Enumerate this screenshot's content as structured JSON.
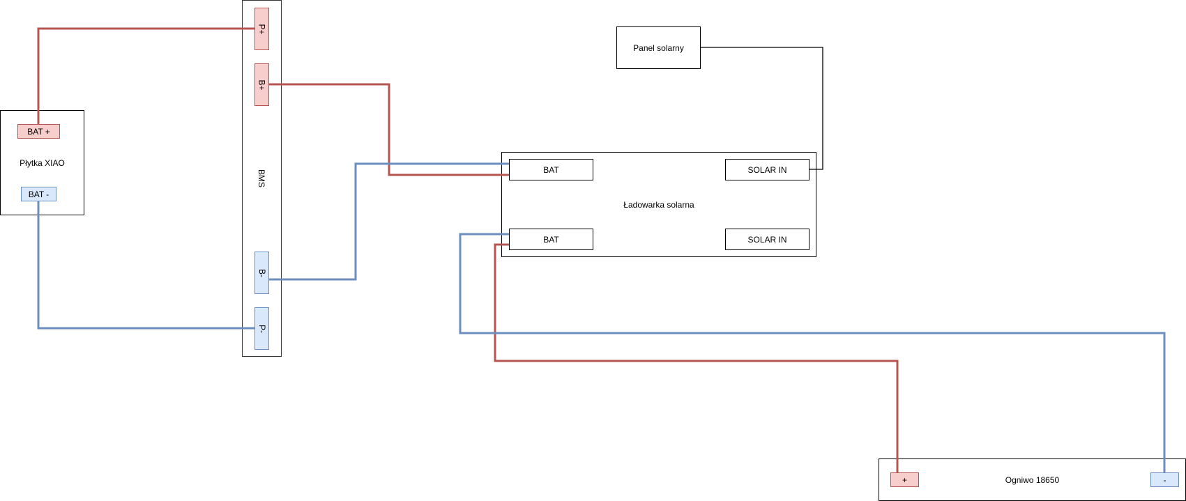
{
  "xiao": {
    "label": "Płytka XIAO",
    "bat_plus": "BAT +",
    "bat_minus": "BAT -"
  },
  "bms": {
    "label": "BMS",
    "p_plus": "P+",
    "b_plus": "B+",
    "b_minus": "B-",
    "p_minus": "P-"
  },
  "panel": {
    "label": "Panel solarny"
  },
  "charger": {
    "label": "Ładowarka solarna",
    "bat_top": "BAT",
    "solar_in_top": "SOLAR IN",
    "bat_bottom": "BAT",
    "solar_in_bottom": "SOLAR IN"
  },
  "cell": {
    "label": "Ogniwo 18650",
    "plus": "+",
    "minus": "-"
  },
  "colors": {
    "positive_wire": "#b85450",
    "negative_wire": "#6c8ebf",
    "signal_wire": "#000000"
  }
}
